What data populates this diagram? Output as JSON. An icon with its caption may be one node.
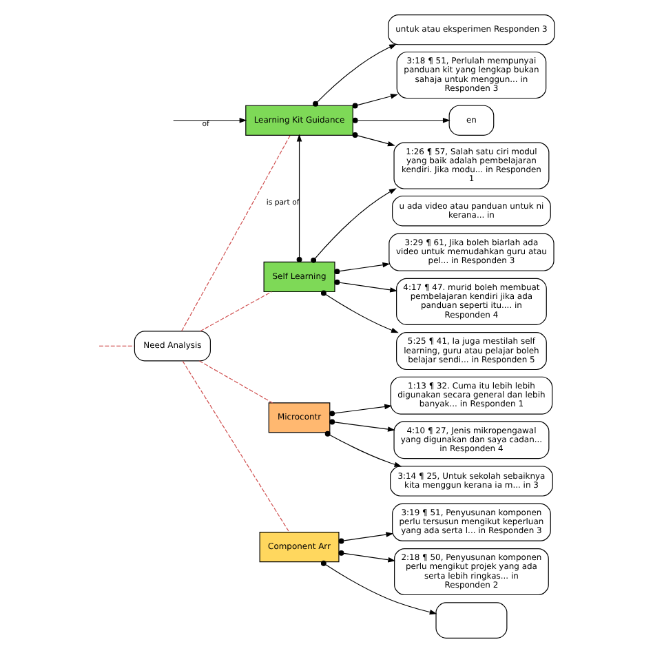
{
  "diagram": {
    "nodes": [
      {
        "text": [
          "Learning Kit Guidance"
        ]
      },
      {
        "text": [
          "untuk atau eksperimen Responden 3"
        ]
      },
      {
        "text": [
          "3:18 ¶ 51, Perlulah mempunyai panduan kit yang lengkap bukan sahaja untuk menggun... in Responden 3"
        ]
      },
      {
        "text": [
          "en"
        ]
      },
      {
        "text": [
          "1:26 ¶ 57, Salah satu ciri modul yang baik adalah pembelajaran kendiri. Jika modu... in Responden 1"
        ]
      },
      {
        "text": [
          "Need Analysis"
        ]
      },
      {
        "text": [
          "Microcontr"
        ]
      },
      {
        "text": [
          "1:13 ¶ 32. Cuma itu lebih lebih digunakan secara general dan lebih banyak... in Responden 1"
        ]
      },
      {
        "text": [
          "4:10 ¶ 27, Jenis mikropengawal yang digunakan dan saya cadan... in Responden 4"
        ]
      },
      {
        "text": [
          "3:14 ¶ 25, Untuk sekolah sebaiknya kita menggun kerana ia m... in 3"
        ]
      },
      {
        "text": [
          "Self Learning"
        ]
      },
      {
        "text": [
          "u ada video atau panduan untuk ni kerana... in"
        ]
      },
      {
        "text": [
          "3:29 ¶ 61, Jika boleh biarlah ada video untuk memudahkan guru atau pel... in Responden 3"
        ]
      },
      {
        "text": [
          "4:17 ¶ 47. murid boleh membuat pembelajaran kendiri jika ada panduan seperti itu.... in Responden 4"
        ]
      },
      {
        "text": [
          "5:25 ¶ 41, Ia juga mestilah self learning, guru atau pelajar boleh belajar sendi... in Responden 5"
        ]
      },
      {
        "text": [
          "Component Arr"
        ]
      },
      {
        "text": [
          "3:19 ¶ 51, Penyusunan komponen perlu tersusun mengikut keperluan yang ada serta l... in Responden 3"
        ]
      },
      {
        "text": [
          "2:18 ¶ 50, Penyusunan komponen perlu mengikut projek yang ada serta lebih ringkas... in Responden 2"
        ]
      },
      {
        "text": [],
        "shape": "box"
      }
    ],
    "edges": [
      {
        "from": 0,
        "to": 1,
        "arrow": "to"
      },
      {
        "from": 0,
        "to": 2,
        "arrow": "to"
      },
      {
        "from": 0,
        "to": 3,
        "arrow": "to"
      },
      {
        "from": null,
        "to": 0,
        "arrow": "to",
        "label": "of"
      },
      {
        "from": 0,
        "to": 4,
        "arrow": "to"
      },
      {
        "from": 10,
        "to": 0,
        "arrow": "to",
        "label": "is part of"
      },
      {
        "from": 5,
        "to": 0,
        "arrow": "none",
        "style": "dashed",
        "color": "#d05050"
      },
      {
        "from": 5,
        "to": 10,
        "arrow": "none",
        "style": "dashed",
        "color": "#d05050"
      },
      {
        "from": 5,
        "to": 6,
        "arrow": "none",
        "style": "dashed",
        "color": "#d05050"
      },
      {
        "from": 5,
        "to": 15,
        "arrow": "none",
        "style": "dashed",
        "color": "#d05050"
      },
      {
        "from": 5,
        "to": null,
        "arrow": "none",
        "style": "dashed",
        "color": "#d05050"
      },
      {
        "from": 6,
        "to": 7,
        "arrow": "to"
      },
      {
        "from": 6,
        "to": 8,
        "arrow": "to"
      },
      {
        "from": 6,
        "to": 9,
        "arrow": "to"
      },
      {
        "from": 10,
        "to": 4,
        "arrow": "to"
      },
      {
        "from": 10,
        "to": 12,
        "arrow": "to"
      },
      {
        "from": 10,
        "to": 13,
        "arrow": "to"
      },
      {
        "from": 10,
        "to": 14,
        "arrow": "to"
      },
      {
        "from": 15,
        "to": 16,
        "arrow": "to"
      },
      {
        "from": 15,
        "to": 17,
        "arrow": "to"
      },
      {
        "from": 15,
        "to": 18,
        "arrow": "to"
      }
    ]
  }
}
